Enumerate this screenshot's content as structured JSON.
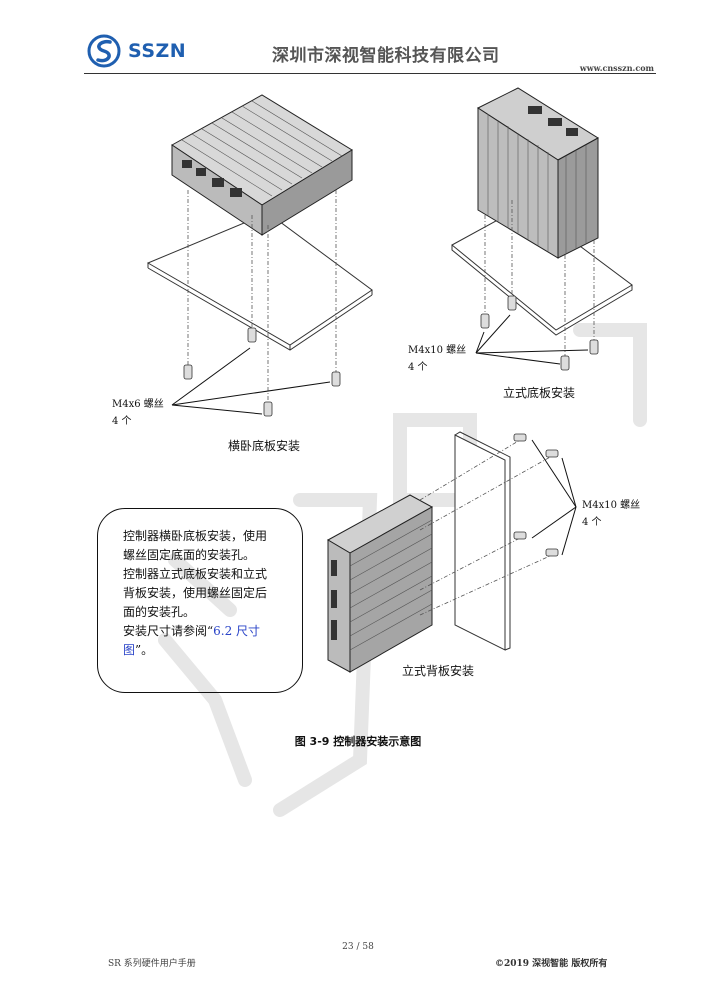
{
  "header": {
    "logo_text": "SSZN",
    "company_name": "深圳市深视智能科技有限公司",
    "website": "www.cnsszn.com"
  },
  "figures": {
    "horizontal": {
      "screw_label": "M4x6 螺丝",
      "screw_count": "4 个",
      "caption": "横卧底板安装"
    },
    "vertical_bottom": {
      "screw_label": "M4x10 螺丝",
      "screw_count": "4 个",
      "caption": "立式底板安装"
    },
    "vertical_back": {
      "screw_label": "M4x10 螺丝",
      "screw_count": "4 个",
      "caption": "立式背板安装"
    }
  },
  "note": {
    "line1": "控制器横卧底板安装，使用",
    "line2": "螺丝固定底面的安装孔。",
    "line3": "控制器立式底板安装和立式",
    "line4": "背板安装，使用螺丝固定后",
    "line5": "面的安装孔。",
    "line6_prefix": "安装尺寸请参阅“",
    "link_part1": "6.2  尺寸",
    "link_part2": "图",
    "line7_suffix": "”。"
  },
  "figure_caption": "图 3-9   控制器安装示意图",
  "footer": {
    "manual": "SR 系列硬件用户手册",
    "page": "23 / 58",
    "copyright": "©2019  深视智能  版权所有"
  },
  "colors": {
    "logo_blue": "#1f5fb0",
    "link_blue": "#2a44c8"
  }
}
